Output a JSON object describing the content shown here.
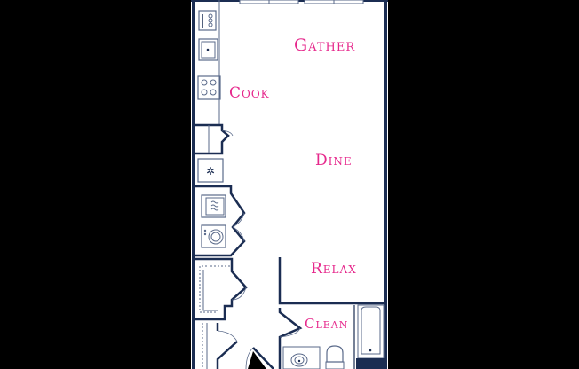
{
  "floorplan": {
    "colors": {
      "background": "#000000",
      "floor": "#ffffff",
      "wall": "#1b2d52",
      "fixture": "#5a6a8a",
      "label": "#e6288c"
    },
    "rooms": [
      {
        "label": "Gather"
      },
      {
        "label": "Cook"
      },
      {
        "label": "Dine"
      },
      {
        "label": "Relax"
      },
      {
        "label": "Clean"
      }
    ],
    "fixtures": [
      "dishwasher-icon",
      "sink-icon",
      "stove-icon",
      "pantry-closet",
      "refrigerator-icon",
      "dryer-icon",
      "washer-icon",
      "coat-closet",
      "entry-door",
      "bathroom-sink-icon",
      "toilet-icon",
      "bathtub-icon"
    ]
  }
}
